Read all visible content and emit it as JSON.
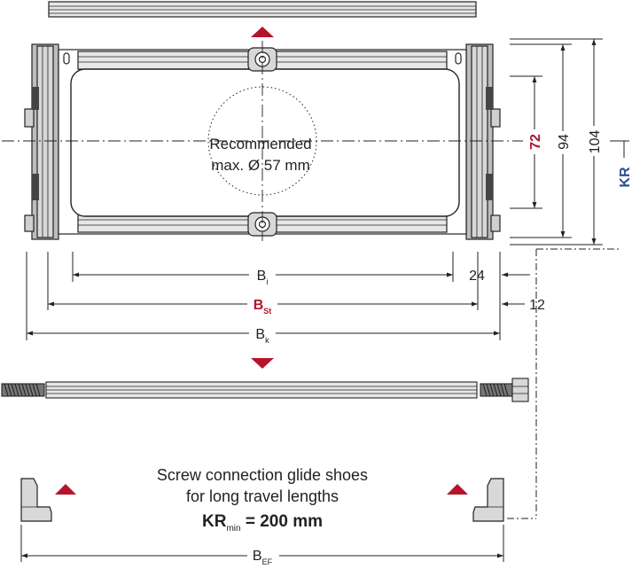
{
  "labels": {
    "recommended_line1": "Recommended",
    "recommended_line2": "max. Ø 57 mm",
    "dim_72": "72",
    "dim_94": "94",
    "dim_104": "104",
    "dim_kr": "KR",
    "dim_24": "24",
    "dim_12": "12",
    "bi_main": "B",
    "bi_sub": "i",
    "bst_main": "B",
    "bst_sub": "St",
    "bk_main": "B",
    "bk_sub": "k",
    "bef_main": "B",
    "bef_sub": "EF",
    "glide_line1": "Screw connection glide shoes",
    "glide_line2": "for long travel lengths",
    "kr_min_main": "KR",
    "kr_min_sub": "min",
    "kr_min_value": " = 200 mm"
  },
  "colors": {
    "accent_red": "#b5142b",
    "accent_blue": "#2d4f8e",
    "line": "#222222",
    "fill_light": "#e7e7e7",
    "fill_mid": "#bdbdbd"
  }
}
